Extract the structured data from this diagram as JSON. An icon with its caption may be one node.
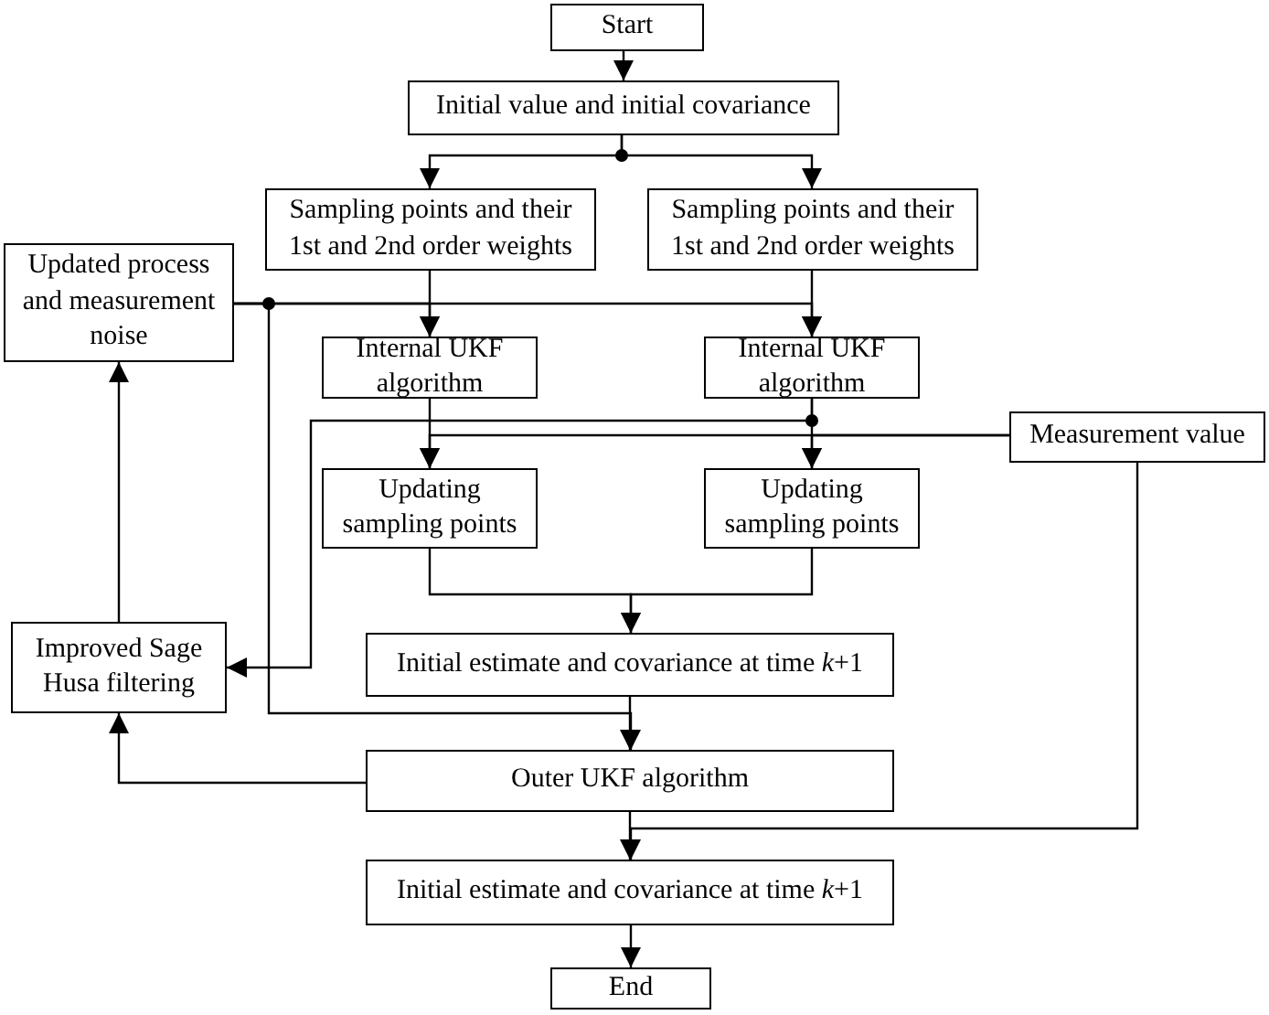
{
  "diagram": {
    "nodes": [
      {
        "text": [
          "Start"
        ]
      },
      {
        "text": [
          "Initial value and initial covariance"
        ]
      },
      {
        "text": [
          "Sampling points and their 1st and 2nd order weights"
        ]
      },
      {
        "text": [
          "Sampling points and their 1st and 2nd order weights"
        ]
      },
      {
        "text": [
          "Updated process and measurement noise"
        ]
      },
      {
        "text": [
          "Internal UKF algorithm"
        ]
      },
      {
        "text": [
          "Internal UKF algorithm"
        ]
      },
      {
        "text": [
          "Measurement value"
        ]
      },
      {
        "text": [
          "Updating sampling points"
        ]
      },
      {
        "text": [
          "Updating sampling points"
        ]
      },
      {
        "text": [
          "Improved Sage Husa filtering"
        ]
      },
      {
        "text": [
          "Initial estimate and covariance at time *k*+1"
        ]
      },
      {
        "text": [
          "Outer UKF algorithm"
        ]
      },
      {
        "text": [
          "Initial estimate and covariance at time *k*+1"
        ]
      },
      {
        "text": [
          "End"
        ]
      }
    ],
    "edges": [
      {
        "from": 0,
        "to": 1,
        "arrow": "to"
      },
      {
        "from": 1,
        "to": 2,
        "arrow": "to"
      },
      {
        "from": 1,
        "to": 3,
        "arrow": "to"
      },
      {
        "from": 2,
        "to": 5,
        "arrow": "to"
      },
      {
        "from": 3,
        "to": 6,
        "arrow": "to"
      },
      {
        "from": 4,
        "to": 5,
        "arrow": "to"
      },
      {
        "from": 4,
        "to": 6,
        "arrow": "to"
      },
      {
        "from": 4,
        "to": 12,
        "arrow": "to"
      },
      {
        "from": 5,
        "to": 8,
        "arrow": "to"
      },
      {
        "from": 6,
        "to": 9,
        "arrow": "to"
      },
      {
        "from": 6,
        "to": 10,
        "arrow": "to"
      },
      {
        "from": 7,
        "to": 8,
        "arrow": "to"
      },
      {
        "from": 7,
        "to": 9,
        "arrow": "to"
      },
      {
        "from": 7,
        "to": 13,
        "arrow": "to"
      },
      {
        "from": 8,
        "to": 11,
        "arrow": "to"
      },
      {
        "from": 9,
        "to": 11,
        "arrow": "to"
      },
      {
        "from": 11,
        "to": 12,
        "arrow": "to"
      },
      {
        "from": 12,
        "to": 10,
        "arrow": "to"
      },
      {
        "from": 10,
        "to": 4,
        "arrow": "to"
      },
      {
        "from": 12,
        "to": 13,
        "arrow": "to"
      },
      {
        "from": 13,
        "to": 14,
        "arrow": "to"
      }
    ]
  }
}
